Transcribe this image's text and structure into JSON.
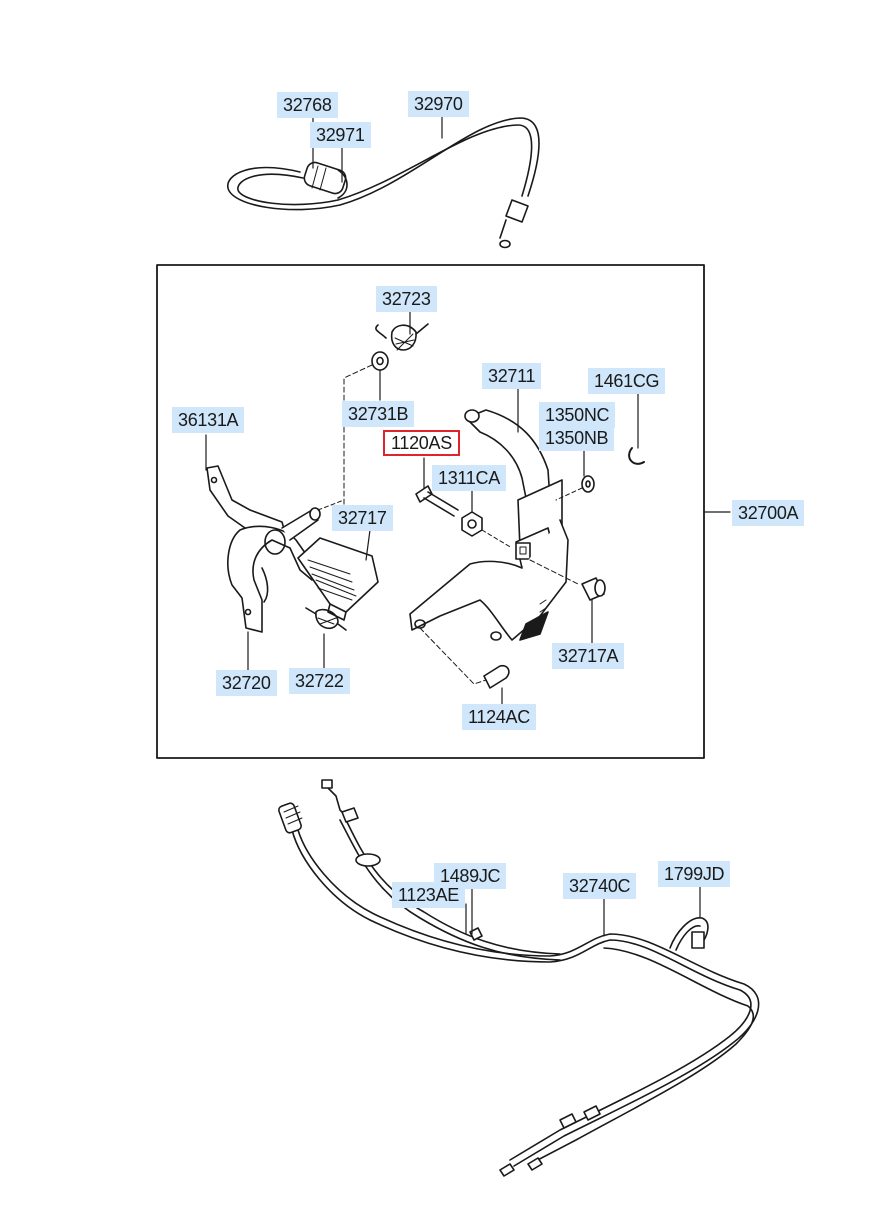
{
  "parts": {
    "p32768": "32768",
    "p32971": "32971",
    "p32970": "32970",
    "p32723": "32723",
    "p32711": "32711",
    "p1461CG": "1461CG",
    "p36131A": "36131A",
    "p32731B": "32731B",
    "p1350NC": "1350NC",
    "p1350NB": "1350NB",
    "p1120AS": "1120AS",
    "p1311CA": "1311CA",
    "p32700A": "32700A",
    "p32717": "32717",
    "p32717A": "32717A",
    "p32720": "32720",
    "p32722": "32722",
    "p1124AC": "1124AC",
    "p1489JC": "1489JC",
    "p1123AE": "1123AE",
    "p32740C": "32740C",
    "p1799JD": "1799JD"
  },
  "highlighted_part": "1120AS",
  "colors": {
    "label_bg": "#cfe6fb",
    "highlight_border": "#e0242b",
    "line": "#1a1a1a"
  }
}
